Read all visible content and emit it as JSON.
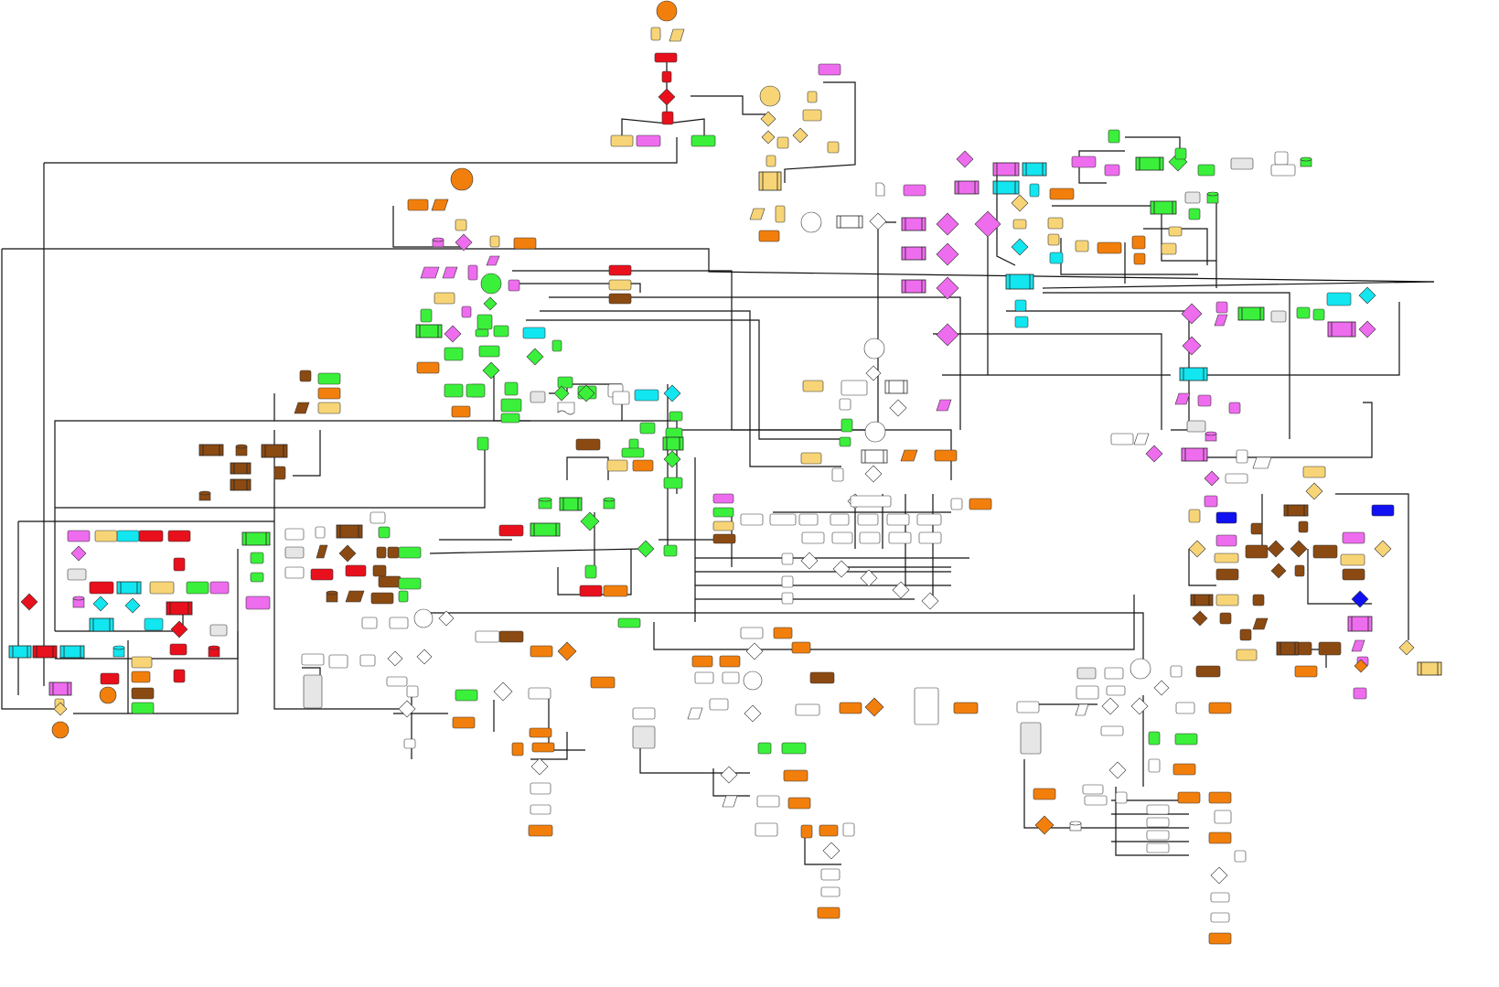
{
  "diagram": {
    "background": "#ffffff",
    "palette": {
      "orange": "#f27f0c",
      "red": "#e8101c",
      "pale_yellow": "#f7d577",
      "green": "#3bf03b",
      "magenta": "#ee6cee",
      "cyan": "#12e6f0",
      "brown": "#8b4a12",
      "blue": "#1010f0",
      "gray": "#e6e6e6",
      "white": "#ffffff",
      "line": "#111111"
    },
    "shape_counts_note": "",
    "nodes": [
      {
        "kind": "circle",
        "color": "orange",
        "label": ""
      },
      {
        "kind": "rect",
        "color": "pale_yellow",
        "label": ""
      },
      {
        "kind": "parallelogram",
        "color": "pale_yellow",
        "label": ""
      },
      {
        "kind": "rect",
        "color": "red",
        "label": ""
      },
      {
        "kind": "diamond",
        "color": "red",
        "label": ""
      },
      {
        "kind": "rect",
        "color": "red",
        "label": ""
      },
      {
        "kind": "rect",
        "color": "pale_yellow",
        "label": ""
      },
      {
        "kind": "rect",
        "color": "magenta",
        "label": ""
      },
      {
        "kind": "rect",
        "color": "green",
        "label": ""
      },
      {
        "kind": "circle",
        "color": "pale_yellow",
        "label": ""
      },
      {
        "kind": "rect",
        "color": "magenta",
        "label": ""
      },
      {
        "kind": "diamond",
        "color": "pale_yellow",
        "label": ""
      },
      {
        "kind": "process",
        "color": "pale_yellow",
        "label": ""
      },
      {
        "kind": "rect",
        "color": "orange",
        "label": ""
      },
      {
        "kind": "circle",
        "color": "white",
        "label": ""
      },
      {
        "kind": "process",
        "color": "white",
        "label": ""
      },
      {
        "kind": "diamond",
        "color": "white",
        "label": ""
      },
      {
        "kind": "circle",
        "color": "orange",
        "label": ""
      },
      {
        "kind": "rect",
        "color": "orange",
        "label": ""
      },
      {
        "kind": "diamond",
        "color": "magenta",
        "label": ""
      },
      {
        "kind": "rect",
        "color": "orange",
        "label": ""
      },
      {
        "kind": "parallelogram",
        "color": "magenta",
        "label": ""
      },
      {
        "kind": "circle",
        "color": "green",
        "label": ""
      },
      {
        "kind": "rect",
        "color": "red",
        "label": ""
      },
      {
        "kind": "rect",
        "color": "pale_yellow",
        "label": ""
      },
      {
        "kind": "rect",
        "color": "brown",
        "label": ""
      },
      {
        "kind": "diamond",
        "color": "green",
        "label": ""
      },
      {
        "kind": "rect",
        "color": "cyan",
        "label": ""
      },
      {
        "kind": "diamond",
        "color": "cyan",
        "label": ""
      },
      {
        "kind": "process",
        "color": "green",
        "label": ""
      },
      {
        "kind": "rect",
        "color": "brown",
        "label": ""
      },
      {
        "kind": "process",
        "color": "brown",
        "label": ""
      },
      {
        "kind": "cylinder",
        "color": "brown",
        "label": ""
      },
      {
        "kind": "rect",
        "color": "magenta",
        "label": ""
      },
      {
        "kind": "diamond",
        "color": "red",
        "label": ""
      },
      {
        "kind": "process",
        "color": "cyan",
        "label": ""
      },
      {
        "kind": "process",
        "color": "magenta",
        "label": ""
      },
      {
        "kind": "cylinder",
        "color": "red",
        "label": ""
      },
      {
        "kind": "circle",
        "color": "orange",
        "label": ""
      },
      {
        "kind": "diamond",
        "color": "pale_yellow",
        "label": ""
      },
      {
        "kind": "rect",
        "color": "blue",
        "label": ""
      },
      {
        "kind": "diamond",
        "color": "brown",
        "label": ""
      },
      {
        "kind": "process",
        "color": "pale_yellow",
        "label": ""
      },
      {
        "kind": "cylinder",
        "color": "green",
        "label": ""
      },
      {
        "kind": "rect",
        "color": "gray",
        "label": ""
      },
      {
        "kind": "doc",
        "color": "white",
        "label": ""
      }
    ]
  }
}
